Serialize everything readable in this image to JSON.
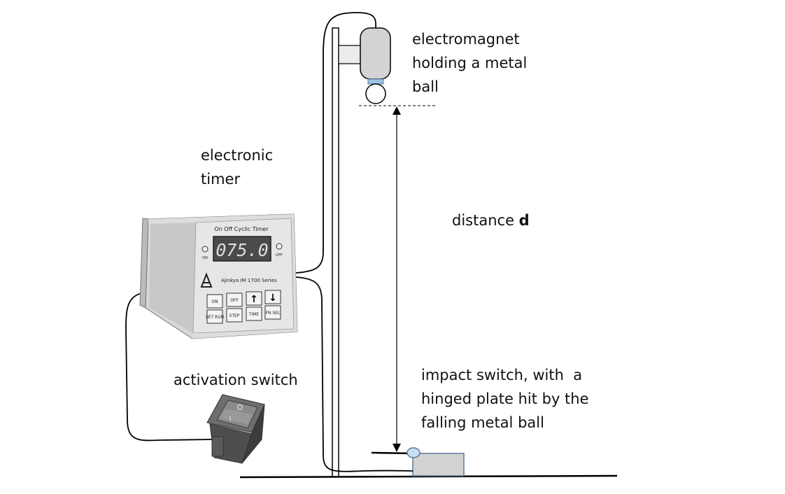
{
  "labels": {
    "electromagnet": [
      "electromagnet",
      "holding a metal",
      "ball"
    ],
    "timer": [
      "electronic",
      "timer"
    ],
    "distance_prefix": "distance ",
    "distance_var": "d",
    "activation": "activation switch",
    "impact": [
      "impact switch, with  a",
      "hinged plate hit by the",
      "falling metal ball"
    ]
  },
  "timer_device": {
    "header": "On Off Cyclic Timer",
    "display": "075.0",
    "on_label": "ON",
    "off_label": "OFF",
    "brand": "Ajinkya IM 1700 Series",
    "keys": [
      {
        "id": "on",
        "label": "ON"
      },
      {
        "id": "off",
        "label": "OFF"
      },
      {
        "id": "up",
        "label": "↑"
      },
      {
        "id": "down",
        "label": "↓"
      },
      {
        "id": "set",
        "label": "SET RUN"
      },
      {
        "id": "step",
        "label": "STEP"
      },
      {
        "id": "time",
        "label": "TIME"
      },
      {
        "id": "fn",
        "label": "FN SEL"
      }
    ]
  },
  "switch_marks": {
    "top": "O",
    "bottom": "I"
  },
  "colors": {
    "magnet": "#d3d3d3",
    "magnet_tip": "#9dc3e6",
    "plate_box": "#d3d3d3",
    "plate_pivot": "#c9dff2",
    "stroke": "#000000",
    "box_stroke": "#5b7a99"
  }
}
